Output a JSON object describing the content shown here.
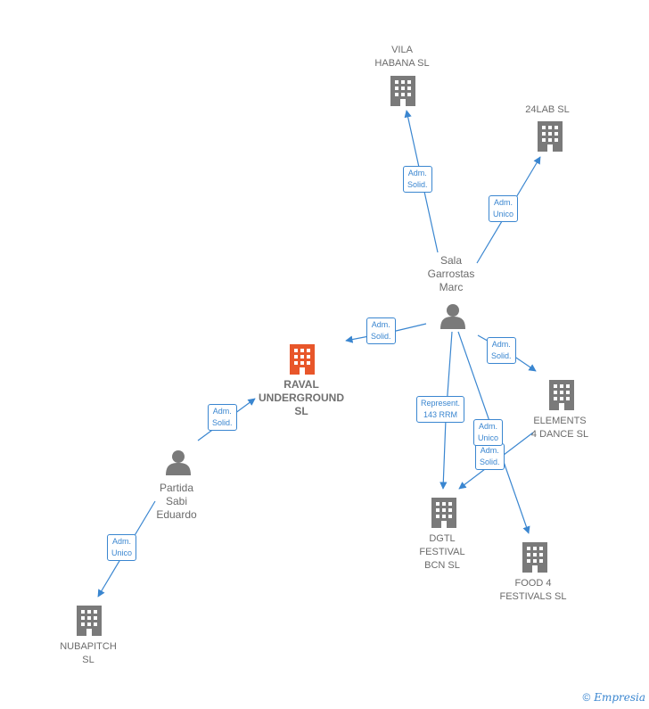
{
  "colors": {
    "edge": "#3a86d0",
    "building": "#7a7a7a",
    "main_building": "#e8562a",
    "person": "#7a7a7a"
  },
  "companies": {
    "vila_habana": "VILA\nHABANA  SL",
    "lab24": "24LAB  SL",
    "raval": "RAVAL\nUNDERGROUND\nSL",
    "elements": "ELEMENTS\n4 DANCE  SL",
    "dgtl": "DGTL\nFESTIVAL\nBCN  SL",
    "food": "FOOD 4\nFESTIVALS  SL",
    "nubapitch": "NUBAPITCH\nSL"
  },
  "people": {
    "sala": "Sala\nGarrostas\nMarc",
    "partida": "Partida\nSabi\nEduardo"
  },
  "edges": {
    "sala_vila": "Adm.\nSolid.",
    "sala_24lab": "Adm.\nUnico",
    "sala_raval": "Adm.\nSolid.",
    "sala_elements": "Adm.\nSolid.",
    "sala_dgtl_rep": "Represent.\n143 RRM",
    "sala_food": "Adm.\nUnico",
    "elements_dgtl": "Adm.\nSolid.",
    "partida_raval": "Adm.\nSolid.",
    "partida_nuba": "Adm.\nUnico"
  },
  "footer": {
    "copyright": "©",
    "brand": "Empresia"
  }
}
